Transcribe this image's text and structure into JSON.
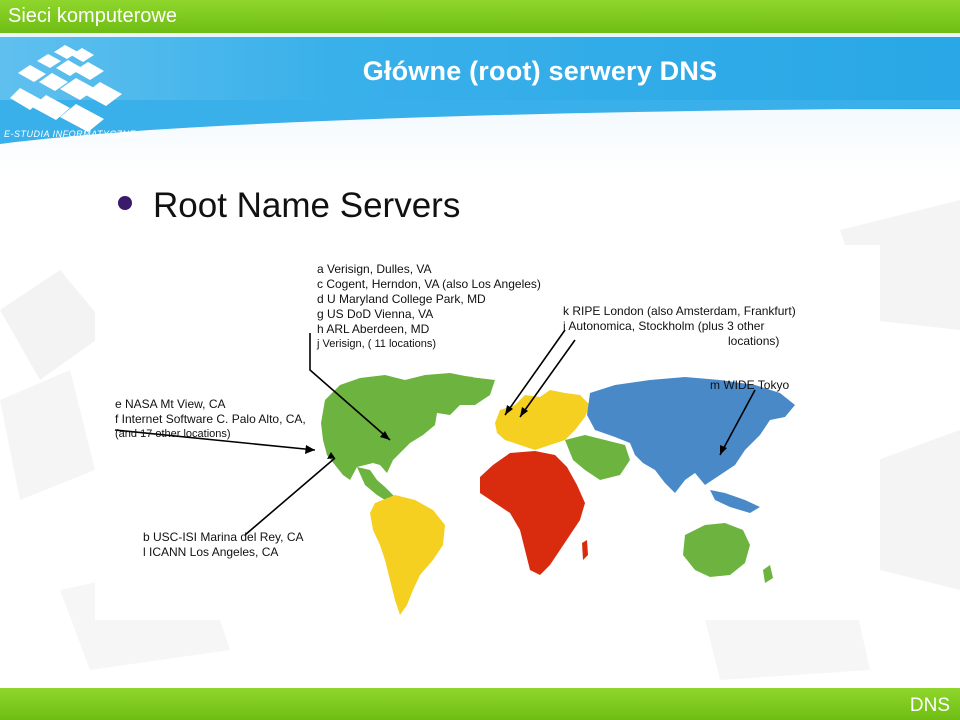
{
  "header": {
    "course": "Sieci komputerowe",
    "slide_title": "Główne (root) serwery DNS",
    "logo_text": "E-STUDIA INFORMATYCZNE"
  },
  "content": {
    "heading": "Root Name Servers"
  },
  "labels": {
    "east_us": [
      "a Verisign, Dulles, VA",
      "c Cogent, Herndon, VA (also Los Angeles)",
      "d U Maryland College Park, MD",
      "g US DoD Vienna, VA",
      "h ARL Aberdeen, MD",
      "j  Verisign, ( 11 locations)"
    ],
    "europe": [
      "k RIPE London (also Amsterdam, Frankfurt)",
      "i Autonomica, Stockholm (plus 3 other",
      "locations)"
    ],
    "tokyo": "m WIDE Tokyo",
    "west_us": [
      "e NASA Mt View, CA",
      "f  Internet Software C. Palo Alto, CA,",
      "(and 17 other locations)"
    ],
    "la": [
      "b USC-ISI Marina del Rey, CA",
      "l  ICANN Los Angeles, CA"
    ]
  },
  "colors": {
    "north_america": "#6db33f",
    "south_america": "#f5d020",
    "europe": "#f5d020",
    "africa": "#d92b0e",
    "asia": "#4a89c8",
    "middle_east": "#6db33f",
    "oceania": "#6db33f",
    "bar_green": "#7cc520",
    "header_blue": "#2fa9e8"
  },
  "footer": {
    "label": "DNS"
  }
}
